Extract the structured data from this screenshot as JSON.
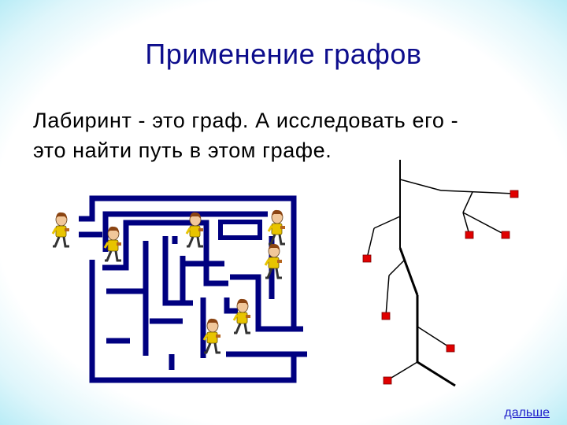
{
  "slide": {
    "title": "Применение графов",
    "text_line1": "Лабиринт - это граф. А исследовать его -",
    "text_line2": "это найти путь в этом графе.",
    "next_link": "дальше"
  },
  "colors": {
    "title": "#0d0d8c",
    "maze_wall": "#000080",
    "graph_edge": "#000000",
    "graph_node": "#e00000",
    "link": "#2222cc",
    "person_shirt": "#e8c400",
    "person_hair": "#8b4513"
  }
}
